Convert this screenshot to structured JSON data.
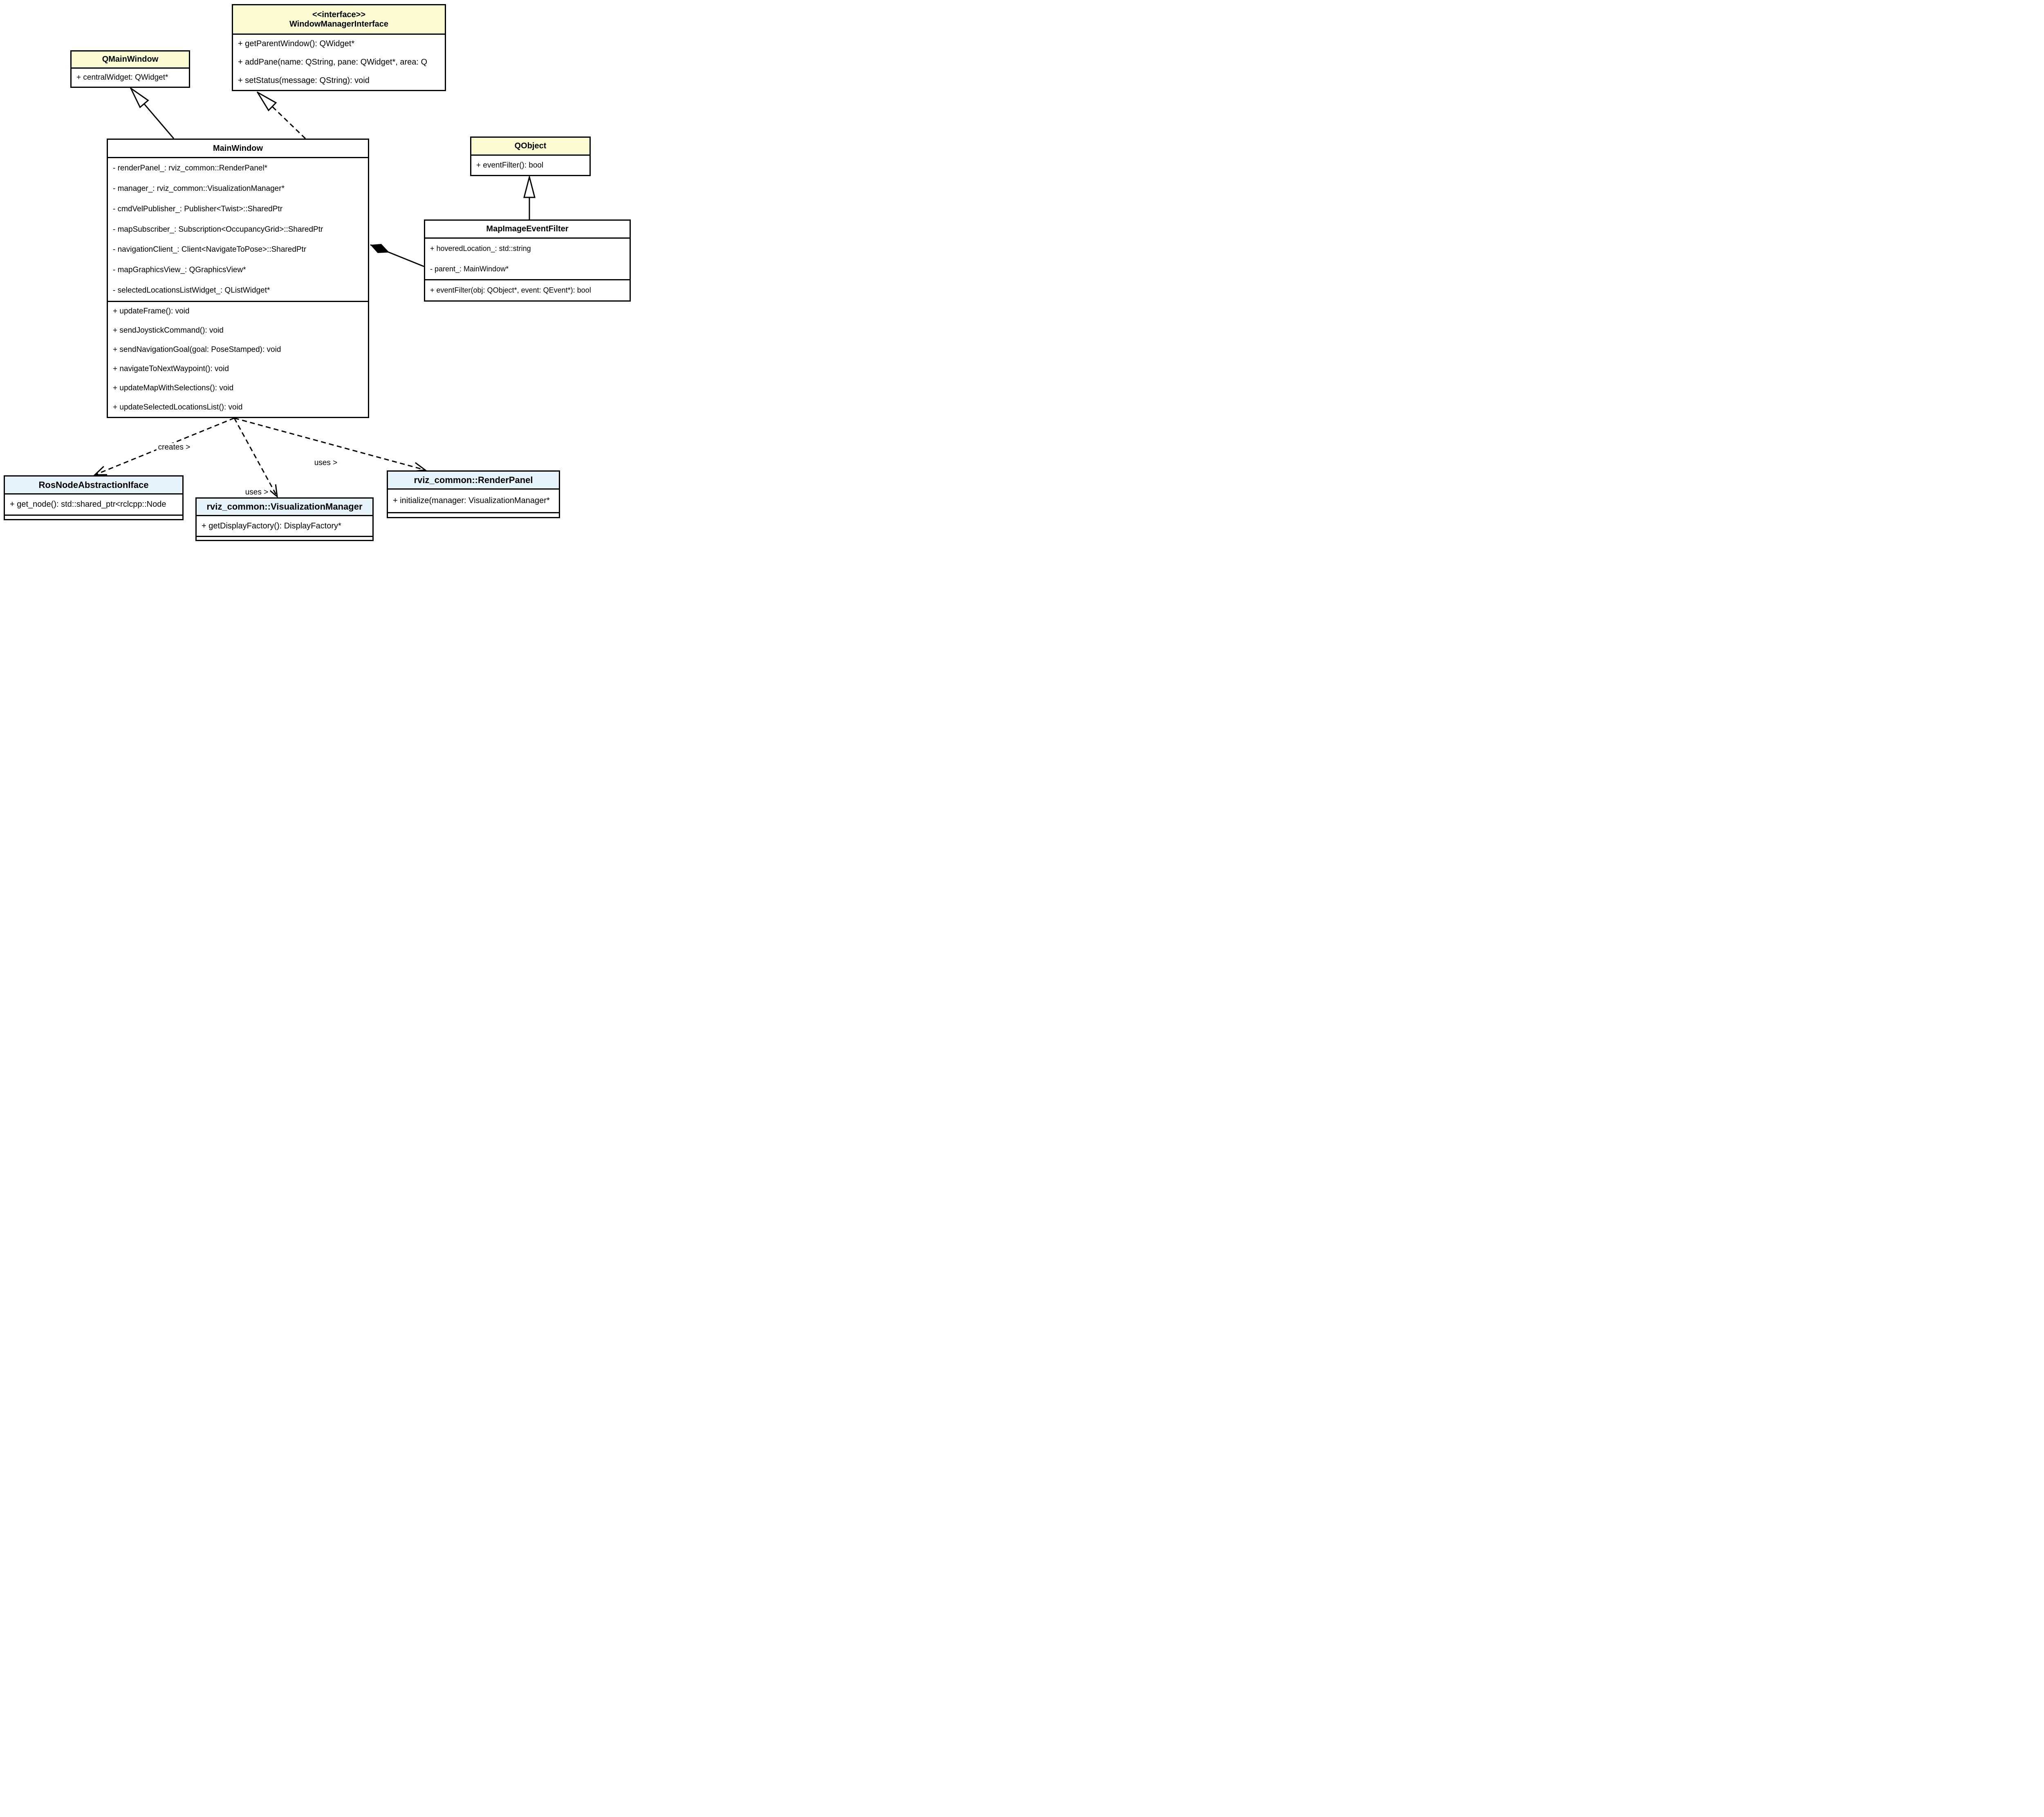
{
  "colors": {
    "class_header_yellow": "#fcfcd2",
    "class_header_blue": "#e7f3fb",
    "border": "#000000",
    "background": "#ffffff"
  },
  "classes": {
    "qmainwindow": {
      "title": "QMainWindow",
      "attributes": [
        "+ centralWidget: QWidget*"
      ]
    },
    "windowmanagerinterface": {
      "stereotype": "<<interface>>",
      "title": "WindowManagerInterface",
      "methods": [
        "+ getParentWindow(): QWidget*",
        "+ addPane(name: QString, pane: QWidget*, area: Q",
        "+ setStatus(message: QString): void"
      ]
    },
    "mainwindow": {
      "title": "MainWindow",
      "attributes": [
        "- renderPanel_: rviz_common::RenderPanel*",
        "- manager_: rviz_common::VisualizationManager*",
        "- cmdVelPublisher_: Publisher<Twist>::SharedPtr",
        "- mapSubscriber_: Subscription<OccupancyGrid>::SharedPtr",
        "- navigationClient_: Client<NavigateToPose>::SharedPtr",
        "- mapGraphicsView_: QGraphicsView*",
        "- selectedLocationsListWidget_: QListWidget*"
      ],
      "methods": [
        "+ updateFrame(): void",
        "+ sendJoystickCommand(): void",
        "+ sendNavigationGoal(goal: PoseStamped): void",
        "+ navigateToNextWaypoint(): void",
        "+ updateMapWithSelections(): void",
        "+ updateSelectedLocationsList(): void"
      ]
    },
    "qobject": {
      "title": "QObject",
      "methods": [
        "+ eventFilter(): bool"
      ]
    },
    "mapimageeventfilter": {
      "title": "MapImageEventFilter",
      "attributes": [
        "+ hoveredLocation_: std::string",
        "- parent_: MainWindow*"
      ],
      "methods": [
        "+ eventFilter(obj: QObject*, event: QEvent*): bool"
      ]
    },
    "rosnodeabstractioniface": {
      "title": "RosNodeAbstractionIface",
      "methods": [
        "+ get_node(): std::shared_ptr<rclcpp::Node"
      ]
    },
    "visualizationmanager": {
      "title": "rviz_common::VisualizationManager",
      "methods": [
        "+ getDisplayFactory(): DisplayFactory*"
      ]
    },
    "renderpanel": {
      "title": "rviz_common::RenderPanel",
      "methods": [
        "+ initialize(manager: VisualizationManager*"
      ]
    }
  },
  "edges": {
    "creates": {
      "label": "creates >"
    },
    "uses_visualizationmanager": {
      "label": "uses >"
    },
    "uses_renderpanel": {
      "label": "uses >"
    }
  }
}
